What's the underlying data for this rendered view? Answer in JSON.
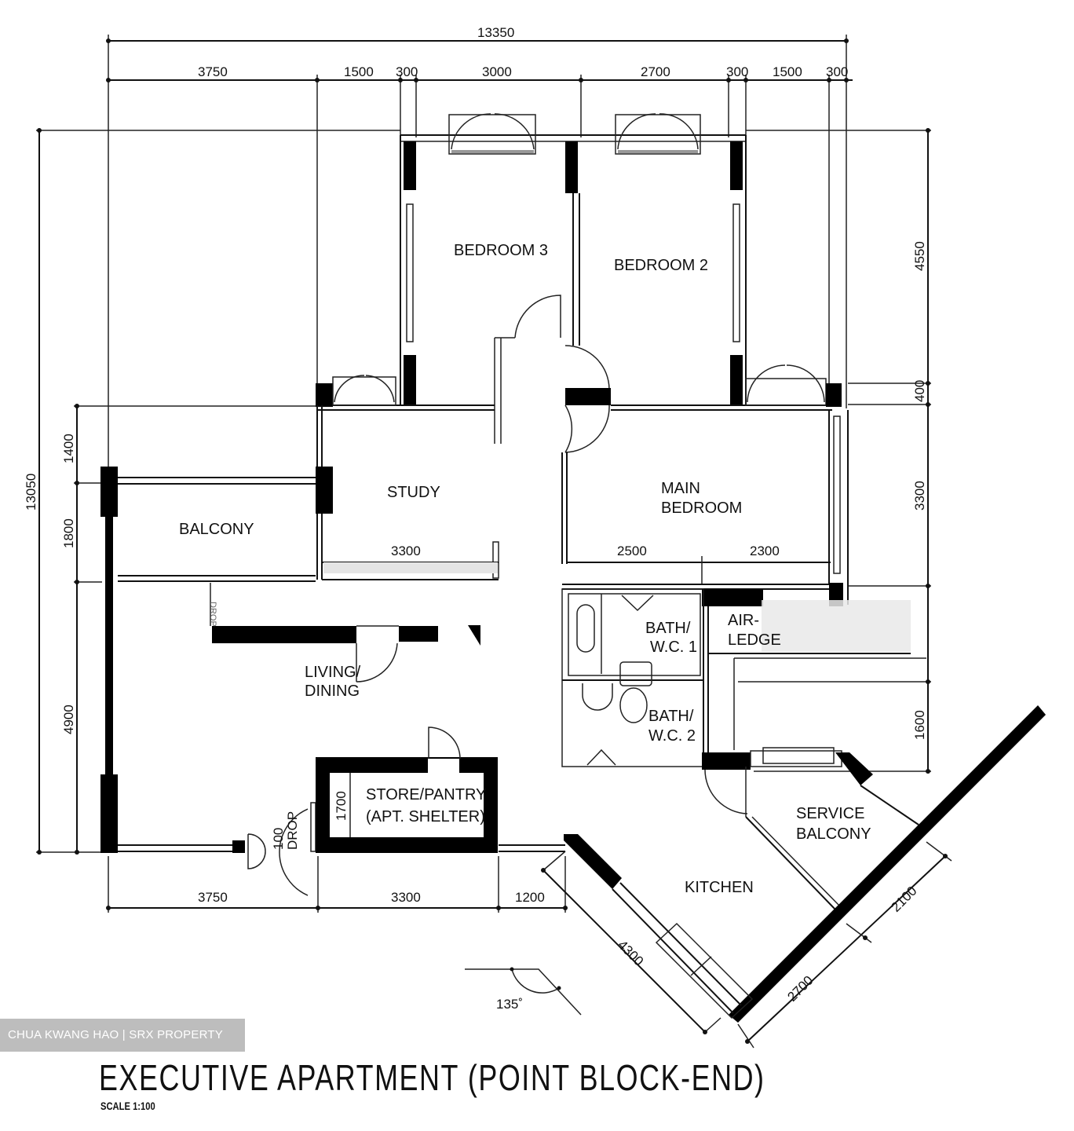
{
  "plan": {
    "title": "EXECUTIVE APARTMENT (POINT BLOCK-END)",
    "scale": "SCALE   1:100",
    "watermark": "CHUA KWANG HAO | SRX PROPERTY",
    "angle_label": "135˚"
  },
  "rooms": {
    "bedroom3": "BEDROOM 3",
    "bedroom2": "BEDROOM 2",
    "study": "STUDY",
    "main_bedroom_l1": "MAIN",
    "main_bedroom_l2": "BEDROOM",
    "balcony": "BALCONY",
    "living_dining_l1": "LIVING/",
    "living_dining_l2": "DINING",
    "bath1_l1": "BATH/",
    "bath1_l2": "W.C. 1",
    "bath2_l1": "BATH/",
    "bath2_l2": "W.C. 2",
    "aircon_l1": "AIR-",
    "aircon_l2": "LEDGE",
    "store_l1": "STORE/PANTRY",
    "store_l2": "(APT. SHELTER)",
    "kitchen": "KITCHEN",
    "service_balcony_l1": "SERVICE",
    "service_balcony_l2": "BALCONY",
    "drop_l1": "100",
    "drop_l2": "DROP"
  },
  "dimensions": {
    "top_total": "13350",
    "top": [
      "3750",
      "1500",
      "300",
      "3000",
      "2700",
      "300",
      "1500",
      "300"
    ],
    "left_total": "13050",
    "left": [
      "1400",
      "1800",
      "4900"
    ],
    "right": [
      "4550",
      "400",
      "3300",
      "1600"
    ],
    "bottom": [
      "3750",
      "3300",
      "1200"
    ],
    "study_width": "3300",
    "main_bedroom_widths": [
      "2500",
      "2300"
    ],
    "store_depth": "1700",
    "kitchen_diag": "4300",
    "service_diag": [
      "2100",
      "2700"
    ]
  }
}
